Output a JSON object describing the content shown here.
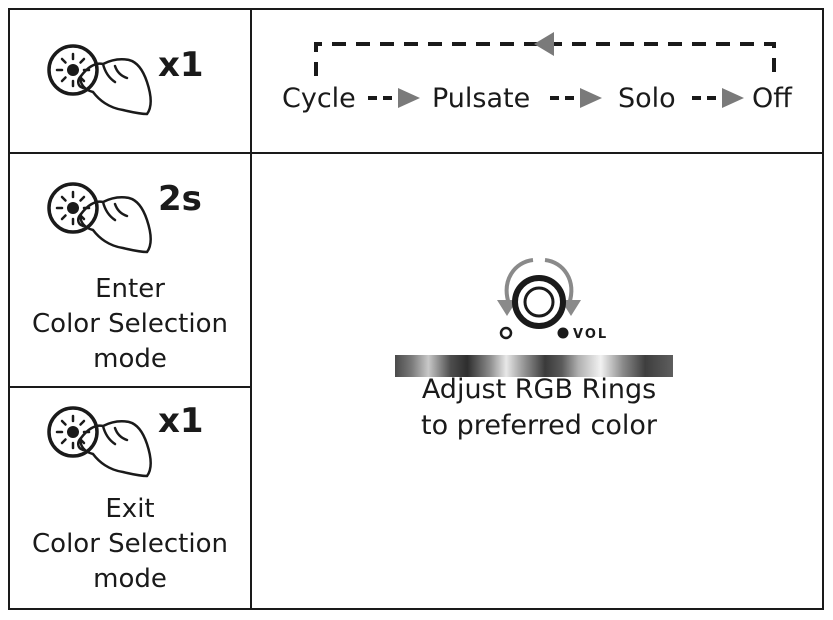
{
  "cycle_sequence": {
    "modes": [
      "Cycle",
      "Pulsate",
      "Solo",
      "Off"
    ]
  },
  "rows": [
    {
      "press": "x1",
      "caption": []
    },
    {
      "press": "2s",
      "caption": [
        "Enter",
        "Color Selection",
        "mode"
      ]
    },
    {
      "press": "x1",
      "caption": [
        "Exit",
        "Color Selection",
        "mode"
      ]
    }
  ],
  "rgb_adjust": {
    "knob_label": "VOL",
    "caption": [
      "Adjust RGB Rings",
      "to preferred color"
    ]
  }
}
